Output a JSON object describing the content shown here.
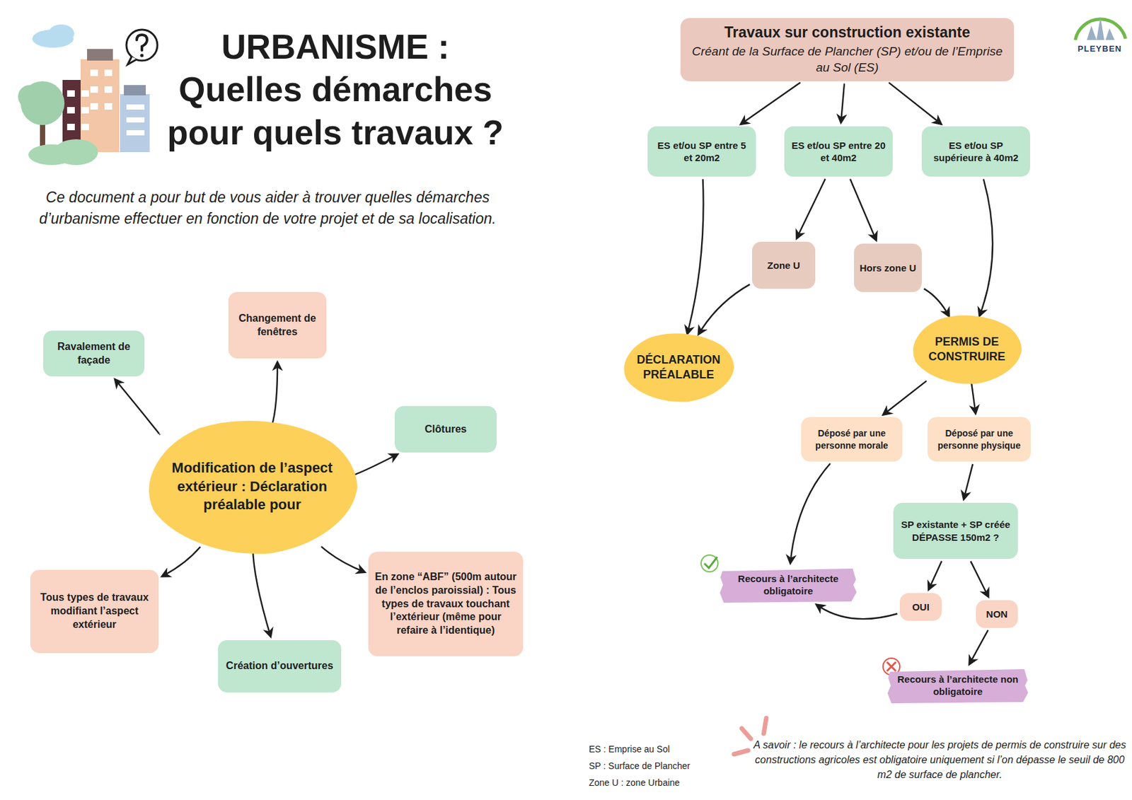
{
  "diagram": {
    "title": "URBANISME : Quelles démarches pour quels travaux ?",
    "caption": "Ce document a pour but de vous aider à trouver quelles démarches d’urbanisme effectuer en fonction de votre projet et de sa localisation.",
    "nodes": [
      {
        "text": [
          "Ravalement de façade"
        ]
      },
      {
        "text": [
          "Changement de fenêtres"
        ]
      },
      {
        "text": [
          "Clôtures"
        ]
      },
      {
        "text": [
          "Modification de l’aspect extérieur : Déclaration préalable pour"
        ]
      },
      {
        "text": [
          "Tous types de travaux modifiant l’aspect extérieur"
        ]
      },
      {
        "text": [
          "Création d’ouvertures"
        ]
      },
      {
        "text": [
          "En zone “ABF” (500m autour de l’enclos paroissial) : Tous types de travaux touchant l’extérieur (même pour refaire à l’identique)"
        ]
      },
      {
        "text": [
          "Travaux sur construction existante",
          "Créant de la Surface de Plancher (SP) et/ou de l’Emprise au Sol (ES)"
        ]
      },
      {
        "text": [
          "ES et/ou SP entre 5 et 20m2"
        ]
      },
      {
        "text": [
          "ES et/ou SP entre 20 et 40m2"
        ]
      },
      {
        "text": [
          "ES et/ou SP supérieure à 40m2"
        ]
      },
      {
        "text": [
          "Zone U"
        ]
      },
      {
        "text": [
          "Hors zone U"
        ]
      },
      {
        "text": [
          "DÉCLARATION PRÉALABLE"
        ]
      },
      {
        "text": [
          "PERMIS DE CONSTRUIRE"
        ]
      },
      {
        "text": [
          "Déposé par une personne morale"
        ]
      },
      {
        "text": [
          "Déposé par une personne physique"
        ]
      },
      {
        "text": [
          "SP existante + SP créée DÉPASSE 150m2 ?"
        ]
      },
      {
        "text": [
          "OUI"
        ]
      },
      {
        "text": [
          "NON"
        ]
      },
      {
        "text": [
          "Recours à l’architecte obligatoire"
        ]
      },
      {
        "text": [
          "Recours à l’architecte non obligatoire"
        ]
      }
    ],
    "edges": [
      {
        "from": 3,
        "to": 0,
        "arrow": "to"
      },
      {
        "from": 3,
        "to": 1,
        "arrow": "to"
      },
      {
        "from": 3,
        "to": 2,
        "arrow": "to"
      },
      {
        "from": 3,
        "to": 4,
        "arrow": "to"
      },
      {
        "from": 3,
        "to": 5,
        "arrow": "to"
      },
      {
        "from": 3,
        "to": 6,
        "arrow": "to"
      },
      {
        "from": 7,
        "to": 8,
        "arrow": "to"
      },
      {
        "from": 7,
        "to": 9,
        "arrow": "to"
      },
      {
        "from": 7,
        "to": 10,
        "arrow": "to"
      },
      {
        "from": 8,
        "to": 13,
        "arrow": "to"
      },
      {
        "from": 9,
        "to": 11,
        "arrow": "to"
      },
      {
        "from": 9,
        "to": 12,
        "arrow": "to"
      },
      {
        "from": 11,
        "to": 13,
        "arrow": "to"
      },
      {
        "from": 12,
        "to": 14,
        "arrow": "to"
      },
      {
        "from": 10,
        "to": 14,
        "arrow": "to"
      },
      {
        "from": 14,
        "to": 15,
        "arrow": "to"
      },
      {
        "from": 14,
        "to": 16,
        "arrow": "to"
      },
      {
        "from": 15,
        "to": 20,
        "arrow": "to"
      },
      {
        "from": 16,
        "to": 17,
        "arrow": "to"
      },
      {
        "from": 17,
        "to": 18,
        "arrow": "to"
      },
      {
        "from": 17,
        "to": 19,
        "arrow": "to"
      },
      {
        "from": 18,
        "to": 20,
        "arrow": "to"
      },
      {
        "from": 19,
        "to": 21,
        "arrow": "to"
      }
    ],
    "labels": [
      "PLEYBEN",
      "ES : Emprise au Sol",
      "SP : Surface de Plancher",
      "Zone U : zone Urbaine",
      "A savoir : le recours à l’architecte pour les projets de permis de construire sur des constructions agricoles est obligatoire uniquement si l’on dépasse le seuil de 800 m2 de surface de plancher."
    ]
  }
}
